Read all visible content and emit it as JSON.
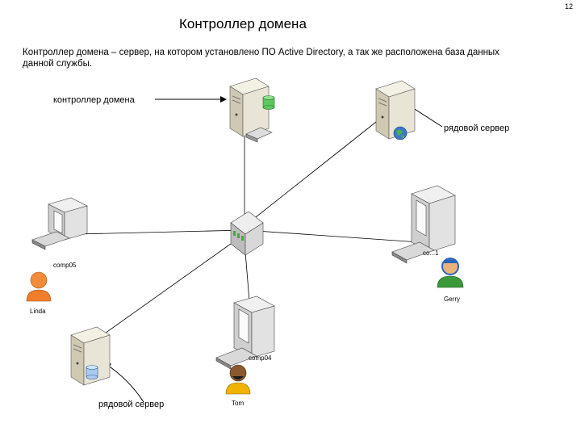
{
  "page_number": "12",
  "slide": {
    "title": "Контроллер домена",
    "description": "Контроллер домена – сервер, на котором установлено ПО Active Directory, а так же расположена база данных данной службы."
  },
  "labels": {
    "domain_controller": "контроллер домена",
    "member_server_top": "рядовой сервер",
    "member_server_bottom": "рядовой сервер",
    "comp05": "comp05",
    "comp04": "comp04",
    "comp_right": "co...1",
    "linda": "Linda",
    "gerry": "Gerry",
    "tom": "Tom"
  },
  "icons": {
    "server": "server-tower-icon",
    "database": "database-icon",
    "globe": "globe-icon",
    "hub": "network-hub-icon",
    "computer": "desktop-computer-icon",
    "user": "user-avatar-icon"
  },
  "colors": {
    "background": "#ffffff",
    "link": "#000000",
    "server_body": "#e8e4d6",
    "user_female": "#f07d2a",
    "user_blue": "#2b63b8",
    "user_green": "#3a9a3a"
  }
}
